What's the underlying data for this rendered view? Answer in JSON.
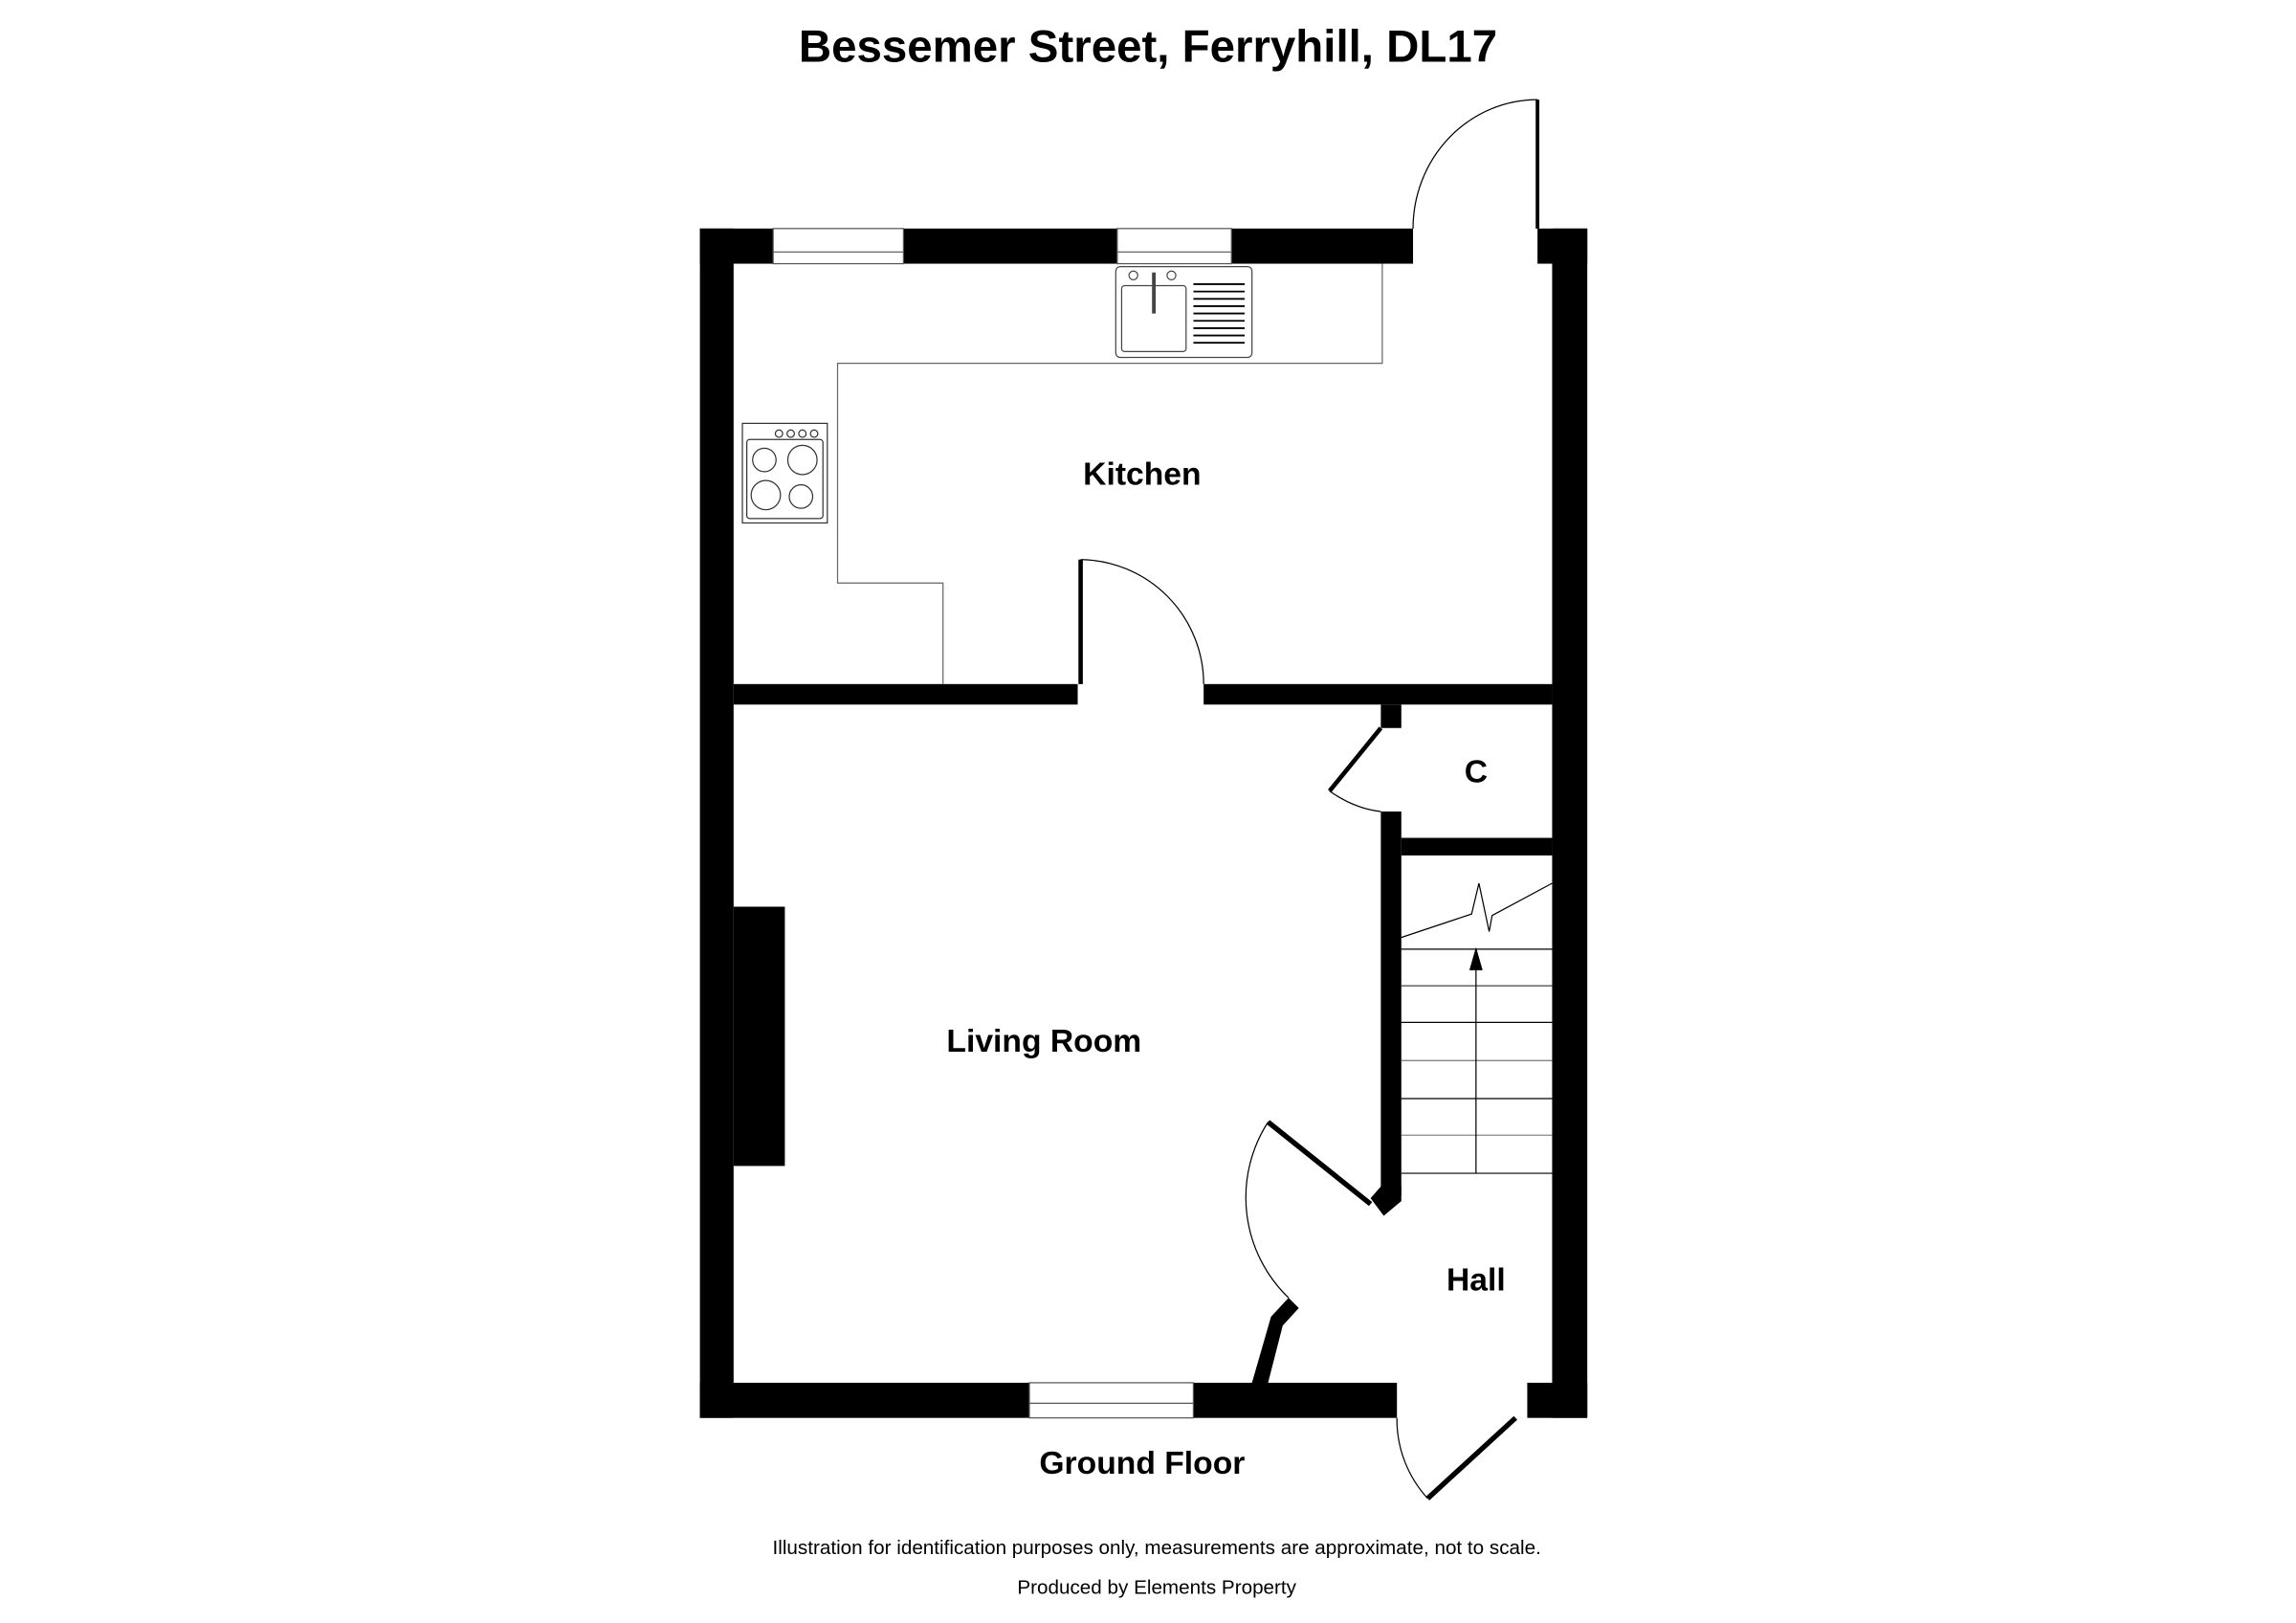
{
  "title": "Bessemer Street, Ferryhill, DL17",
  "rooms": {
    "kitchen": "Kitchen",
    "cupboard": "C",
    "living_room": "Living Room",
    "hall": "Hall"
  },
  "floor_label": "Ground Floor",
  "disclaimer": "Illustration for identification purposes only, measurements are approximate, not to scale.",
  "credit": "Produced by Elements Property",
  "colors": {
    "wall": "#000000",
    "background": "#ffffff",
    "fixture_line": "#555555"
  }
}
